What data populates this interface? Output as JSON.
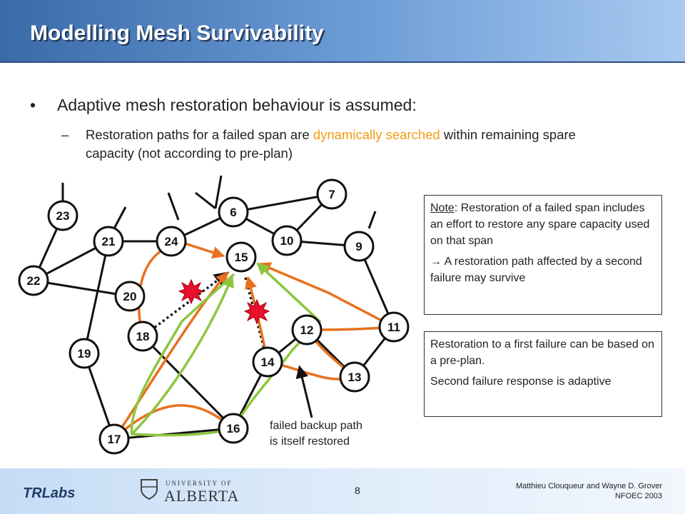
{
  "slide": {
    "title": "Modelling Mesh Survivability",
    "bullet1": "Adaptive mesh restoration behaviour is assumed:",
    "bullet2": {
      "pre": "Restoration paths for a failed span are ",
      "highlight": "dynamically searched",
      "post": " within remaining spare capacity (not according to pre-plan)"
    },
    "note": {
      "label": "Note",
      "text1": ": Restoration of a failed span includes an effort to restore any spare capacity used on that span",
      "text2": "→ A restoration path affected by a second failure may survive"
    },
    "box2": {
      "p1": "Restoration to a first failure can be based on a pre-plan.",
      "p2": "Second failure response is adaptive"
    },
    "caption": {
      "line1": "failed backup path",
      "line2": "is itself restored"
    },
    "footer": {
      "logo_left": "TRLabs",
      "university_small": "UNIVERSITY OF",
      "university": "ALBERTA",
      "page": "8",
      "authors": "Matthieu Clouqueur and Wayne D. Grover",
      "conference": "NFOEC 2003"
    }
  },
  "colors": {
    "orange_path": "#e8701e",
    "green_path": "#8dc63f",
    "failure_burst": "#e8102a"
  },
  "network": {
    "nodes": [
      "23",
      "21",
      "24",
      "6",
      "7",
      "10",
      "9",
      "15",
      "22",
      "20",
      "18",
      "19",
      "12",
      "11",
      "14",
      "13",
      "16",
      "17"
    ]
  }
}
